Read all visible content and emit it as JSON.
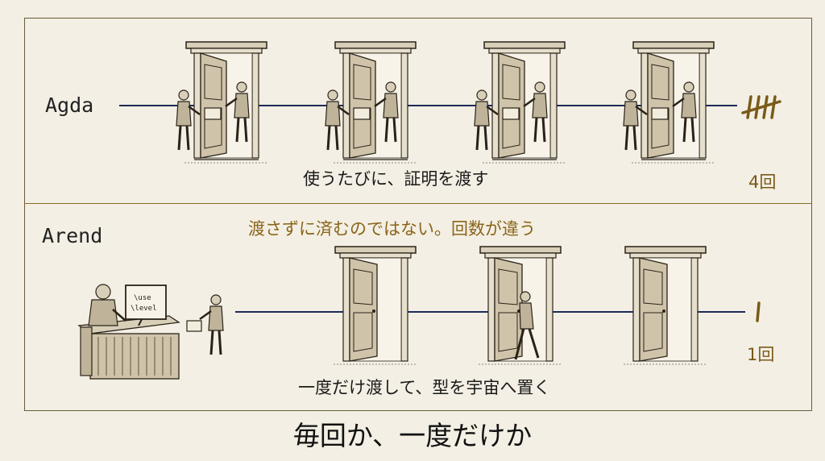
{
  "agda": {
    "label": "Agda",
    "caption": "使うたびに、証明を渡す",
    "count": "4回"
  },
  "arend": {
    "label": "Arend",
    "note": "渡さずに済むのではない。回数が違う",
    "caption": "一度だけ渡して、型を宇宙へ置く",
    "count": "1回",
    "screen_lines": [
      "\\use",
      "\\level"
    ]
  },
  "footer": "毎回か、一度だけか",
  "colors": {
    "line": "#1e2a5a",
    "tally": "#7a5a18",
    "ink": "#2a2218",
    "background": "#f3efe4"
  }
}
